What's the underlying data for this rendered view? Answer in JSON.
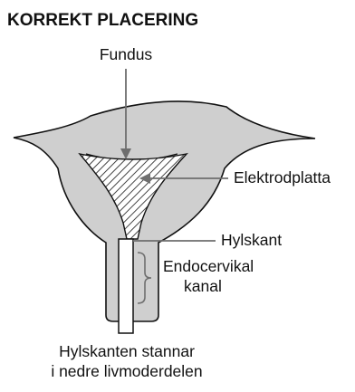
{
  "title": "KORREKT PLACERING",
  "labels": {
    "fundus": "Fundus",
    "electrode_plate": "Elektrodplatta",
    "sleeve_edge": "Hylskant",
    "endocervical_line1": "Endocervikal",
    "endocervical_line2": "kanal",
    "caption_line1": "Hylskanten stannar",
    "caption_line2": "i nedre livmoderdelen"
  },
  "colors": {
    "uterus_fill": "#cfcfcf",
    "outline": "#111111",
    "leader_line": "#6e6e6e",
    "device_fill": "#ffffff"
  }
}
